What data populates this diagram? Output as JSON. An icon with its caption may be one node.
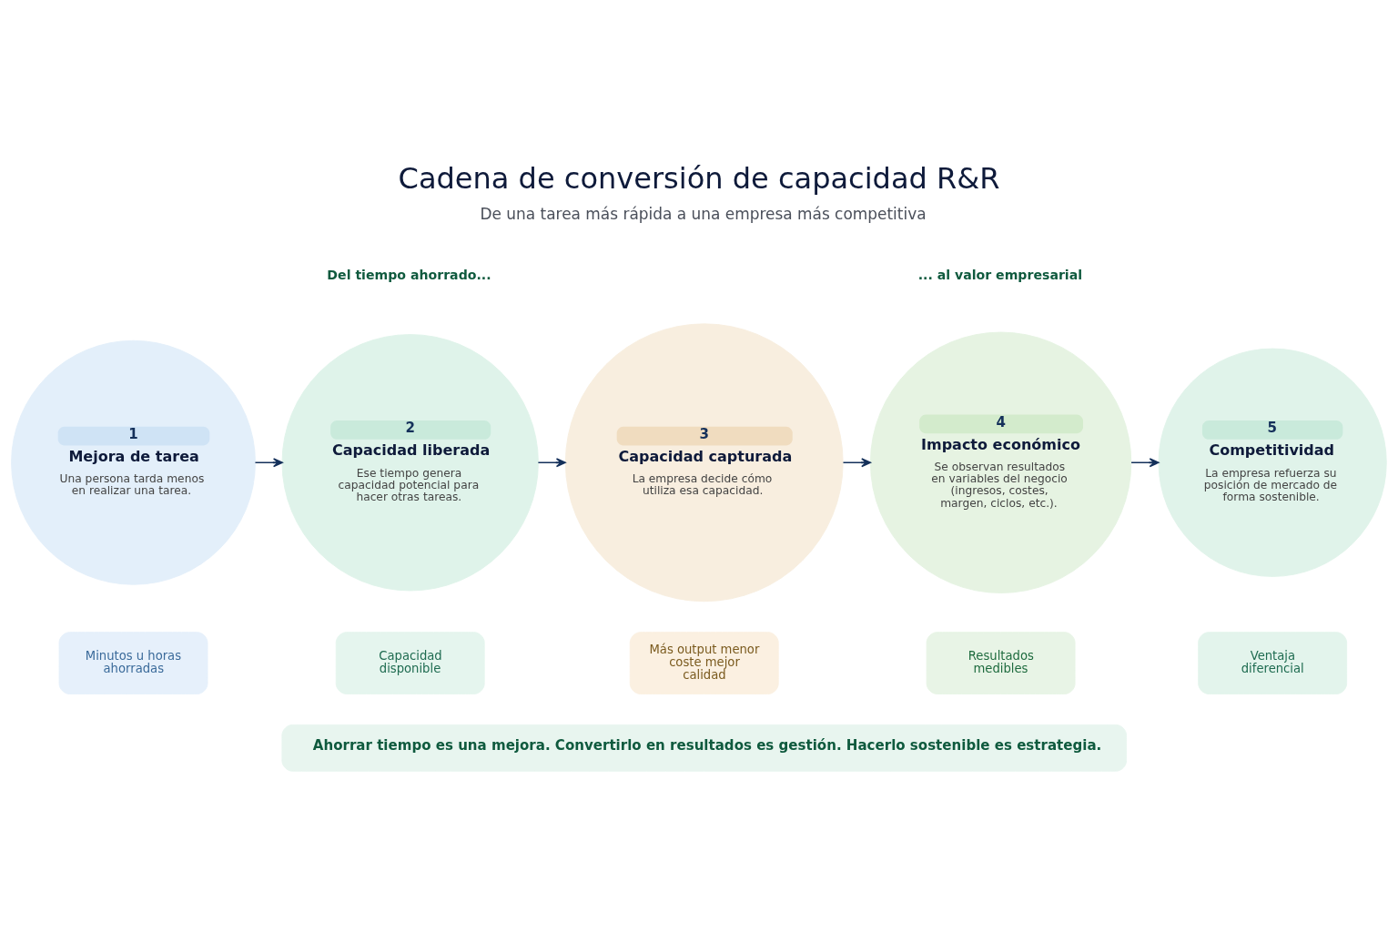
{
  "diagram": {
    "title": "Cadena de conversión de capacidad R&R",
    "nodes": [
      {
        "text": [
          "1",
          "Mejora de tarea",
          "Una persona tarda menos en realizar una tarea."
        ]
      },
      {
        "text": [
          "2",
          "Capacidad liberada",
          "Ese tiempo genera capacidad potencial para hacer otras tareas."
        ]
      },
      {
        "text": [
          "3",
          "Capacidad capturada",
          "La empresa decide cómo utiliza esa capacidad."
        ]
      },
      {
        "text": [
          "4",
          "Impacto económico",
          "Se observan resultados en variables del negocio (ingresos, costes, margen, ciclos, etc.)."
        ]
      },
      {
        "text": [
          "5",
          "Competitividad",
          "La empresa refuerza su posición de mercado de forma sostenible."
        ]
      },
      {
        "text": [
          "Minutos u horas ahorradas"
        ]
      },
      {
        "text": [
          "Capacidad disponible"
        ]
      },
      {
        "text": [
          "Más output menor coste mejor calidad"
        ]
      },
      {
        "text": [
          "Resultados medibles"
        ]
      },
      {
        "text": [
          "Ventaja diferencial"
        ]
      },
      {
        "text": [
          "Ahorrar tiempo es una mejora. Convertirlo en resultados es gestión. Hacerlo sostenible es estrategia."
        ]
      }
    ],
    "edges": [
      {
        "from": 0,
        "to": 1,
        "arrow": "to"
      },
      {
        "from": 1,
        "to": 2,
        "arrow": "to"
      },
      {
        "from": 2,
        "to": 3,
        "arrow": "to"
      },
      {
        "from": 3,
        "to": 4,
        "arrow": "to"
      }
    ],
    "labels": [
      "De una tarea más rápida a una empresa más competitiva",
      "Del tiempo ahorrado...",
      "... al valor empresarial"
    ]
  }
}
